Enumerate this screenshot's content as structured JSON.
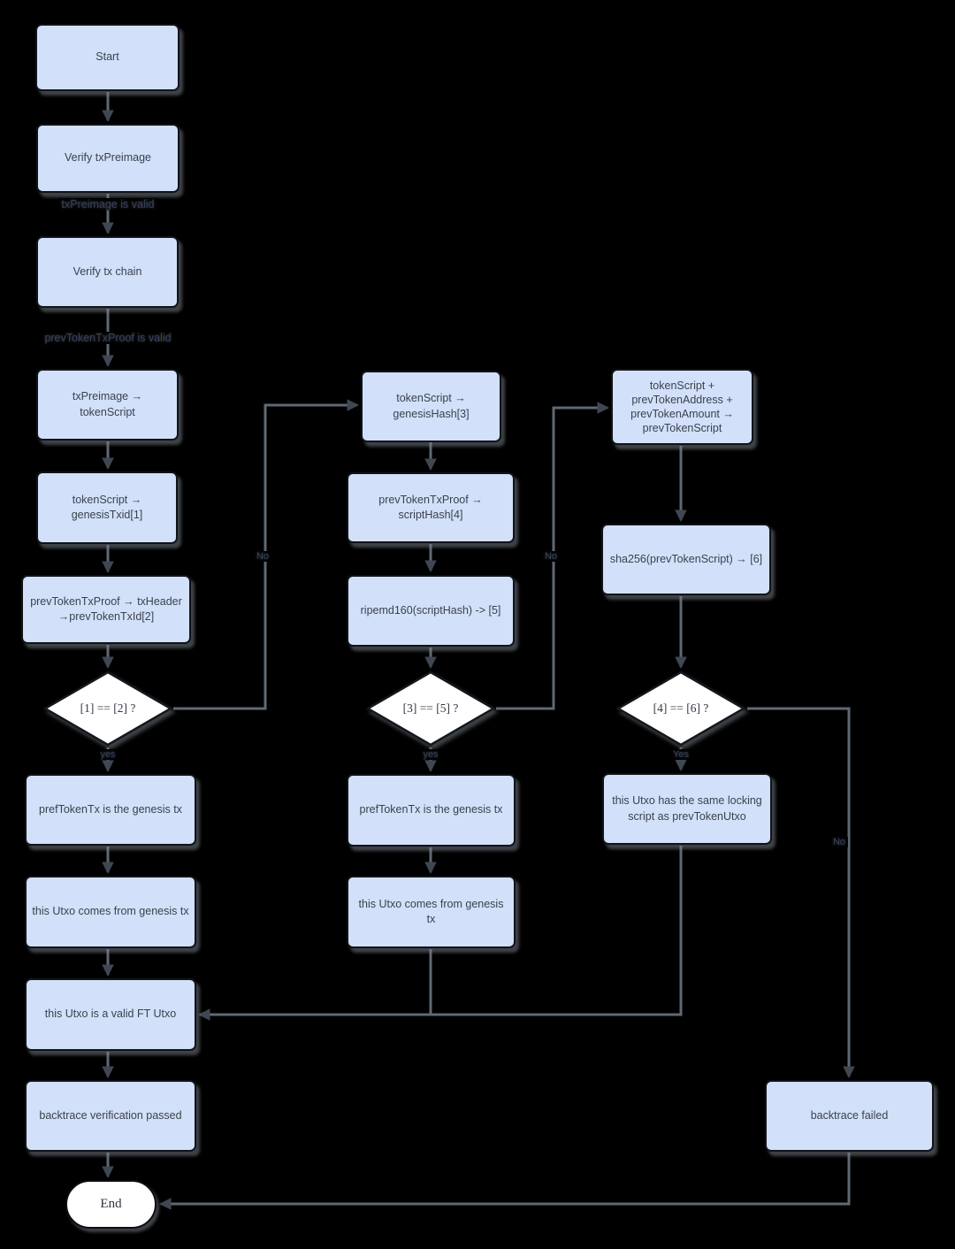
{
  "colors": {
    "background": "#000000",
    "node_fill": "#d2e0f9",
    "node_border": "#10141a",
    "node_text": "#3b424e",
    "decision_fill": "#ffffff",
    "end_fill": "#ffffff",
    "connector": "#5f6974",
    "arrowhead": "#3f4752"
  },
  "nodes": {
    "start": "Start",
    "verify_txpreimage": "Verify txPreimage",
    "verify_tx_chain": "Verify tx chain",
    "txpreimage_to_tokenscript": "txPreimage → tokenScript",
    "tokenscript_to_genesistxid": "tokenScript →\ngenesisTxid[1]",
    "prevtokentxproof_to_txheader": "prevTokenTxProof → txHeader\n→prevTokenTxId[2]",
    "decision1": "[1] == [2] ?",
    "preftokentx_genesis_left": "prefTokenTx is the genesis tx",
    "utxo_from_genesis_left": "this Utxo comes from genesis tx",
    "valid_ft_utxo": "this Utxo is a valid FT Utxo",
    "backtrace_passed": "backtrace verification passed",
    "end": "End",
    "tokenscript_to_genesishash": "tokenScript →\ngenesisHash[3]",
    "prevtokentxproof_to_scripthash": "prevTokenTxProof →\nscriptHash[4]",
    "ripemd160": "ripemd160(scriptHash) -> [5]",
    "decision2": "[3] == [5] ?",
    "preftokentx_genesis_mid": "prefTokenTx is the genesis tx",
    "utxo_from_genesis_mid": "this Utxo comes from genesis tx",
    "tokenscript_concat": "tokenScript +\nprevTokenAddress +\nprevTokenAmount →\nprevTokenScript",
    "sha256": "sha256(prevTokenScript) →  [6]",
    "decision3": "[4] == [6] ?",
    "same_locking_script": "this Utxo has the same locking\nscript as prevTokenUtxo",
    "backtrace_failed": "backtrace failed"
  },
  "edge_labels": {
    "txpreimage_valid": "txPreimage is valid",
    "prevtokentxproof_valid": "prevTokenTxProof is valid",
    "yes1": "yes",
    "yes2": "yes",
    "yes3": "Yes",
    "no1": "No",
    "no2": "No",
    "no3": "No"
  }
}
